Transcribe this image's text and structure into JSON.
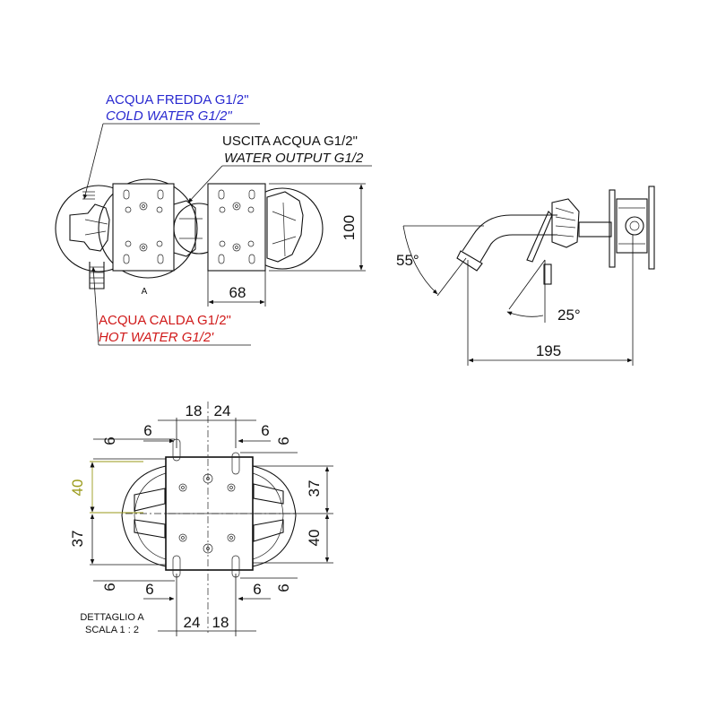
{
  "labels": {
    "cold_it": "ACQUA FREDDA G1/2\"",
    "cold_en": "COLD WATER G1/2\"",
    "out_it": "USCITA ACQUA G1/2\"",
    "out_en": "WATER OUTPUT G1/2",
    "hot_it": "ACQUA CALDA G1/2\"",
    "hot_en": "HOT WATER G1/2'",
    "view_a": "A",
    "detail_title": "DETTAGLIO A",
    "detail_scale": "SCALA 1 : 2"
  },
  "dims": {
    "height_100": "100",
    "width_68": "68",
    "angle_55": "55°",
    "angle_25": "25°",
    "depth_195": "195",
    "d18_top": "18",
    "d24_top": "24",
    "d6_tl": "6",
    "d6_tr": "6",
    "d6_left_top": "6",
    "d6_right_top": "6",
    "d40_left": "40",
    "d37_left": "37",
    "d37_right": "37",
    "d40_right": "40",
    "d6_left_bot": "6",
    "d6_right_bot": "6",
    "d6_bl": "6",
    "d6_br": "6",
    "d24_bot": "24",
    "d18_bot": "18"
  },
  "colors": {
    "cold": "#2a2ad0",
    "hot": "#d01a1a",
    "highlight_dim": "#9a9a1a"
  }
}
